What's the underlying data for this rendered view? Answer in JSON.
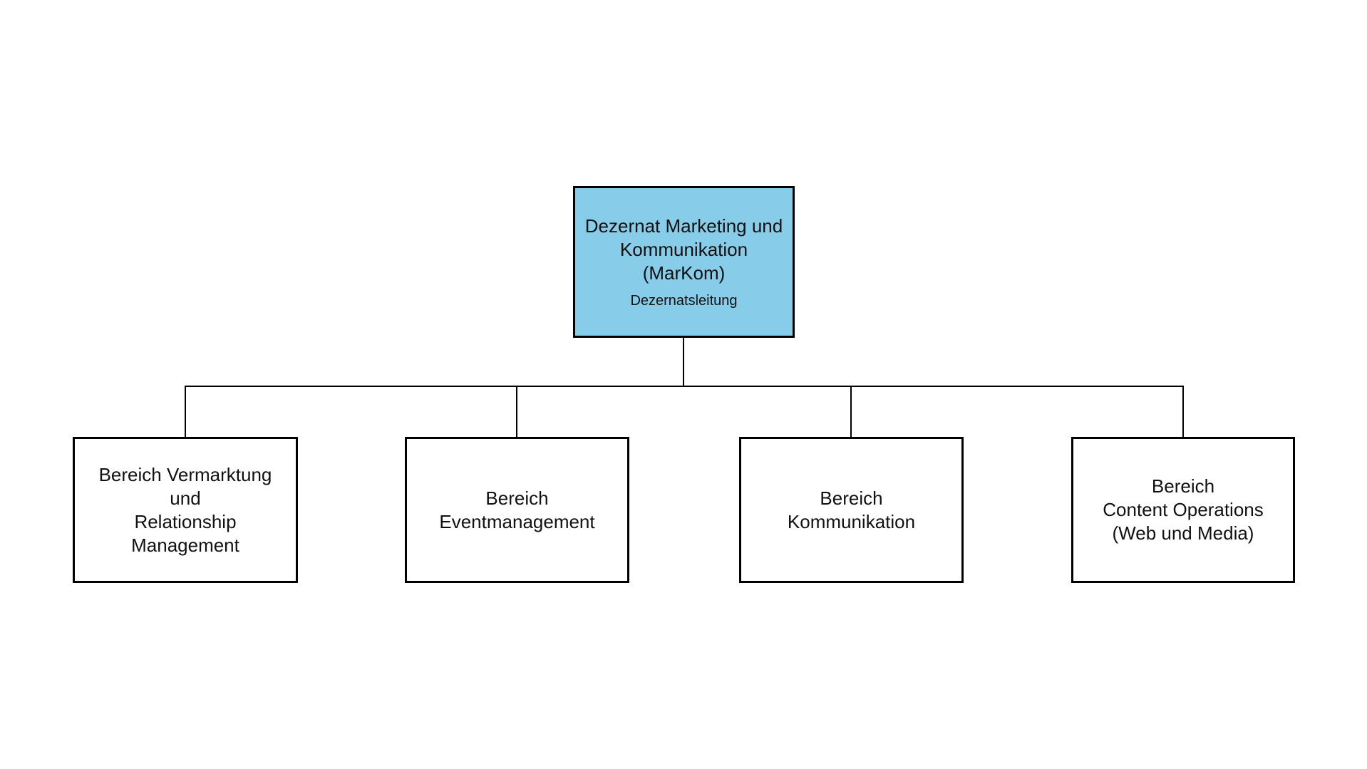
{
  "org_chart": {
    "colors": {
      "root_fill": "#87CCE9",
      "box_border": "#000000",
      "text": "#111111",
      "background": "#ffffff"
    },
    "root": {
      "title_lines": [
        "Dezernat Marketing und",
        "Kommunikation",
        "(MarKom)"
      ],
      "subtitle": "Dezernatsleitung"
    },
    "children": [
      {
        "lines": [
          "Bereich Vermarktung",
          "und",
          "Relationship",
          "Management"
        ]
      },
      {
        "lines": [
          "Bereich",
          "Eventmanagement"
        ]
      },
      {
        "lines": [
          "Bereich",
          "Kommunikation"
        ]
      },
      {
        "lines": [
          "Bereich",
          "Content Operations",
          "(Web und Media)"
        ]
      }
    ]
  }
}
